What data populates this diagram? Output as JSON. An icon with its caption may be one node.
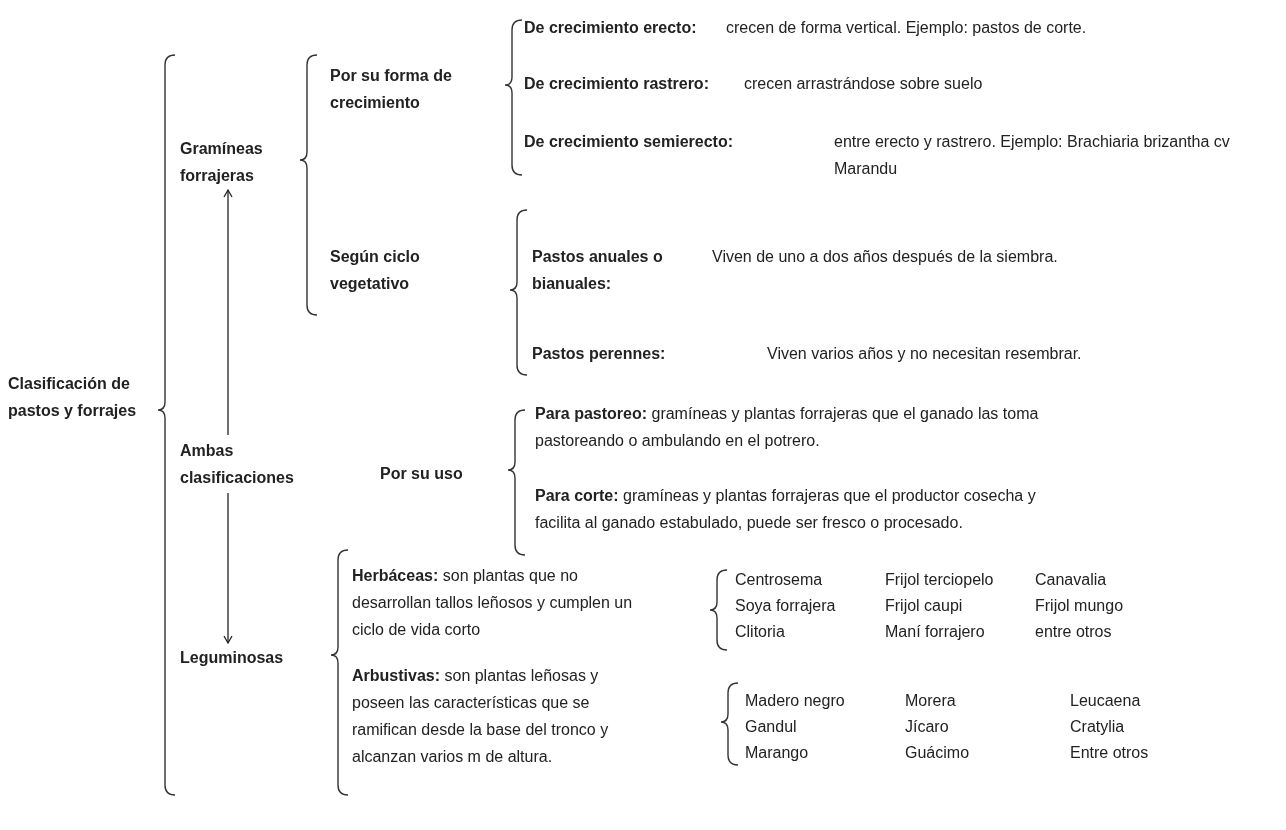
{
  "diagram": {
    "nodes": [
      {
        "text": [
          "Clasificación de pastos y forrajes"
        ]
      },
      {
        "text": [
          "Gramíneas forrajeras"
        ]
      },
      {
        "text": [
          "Por su forma de crecimiento"
        ]
      },
      {
        "text": [
          "De crecimiento erecto:",
          "crecen de forma vertical. Ejemplo: pastos de corte."
        ]
      },
      {
        "text": [
          "De crecimiento rastrero:",
          "crecen arrastrándose sobre suelo"
        ]
      },
      {
        "text": [
          "De crecimiento semierecto:",
          "entre erecto y rastrero. Ejemplo: Brachiaria brizantha cv Marandu"
        ]
      },
      {
        "text": [
          "Según ciclo vegetativo"
        ]
      },
      {
        "text": [
          "Pastos anuales o bianuales:",
          "Viven de uno a dos años después de la siembra."
        ]
      },
      {
        "text": [
          "Pastos perennes:",
          "Viven varios años y no necesitan resembrar."
        ]
      },
      {
        "text": [
          "Ambas clasificaciones"
        ]
      },
      {
        "text": [
          "Por su uso"
        ]
      },
      {
        "text": [
          "**Para pastoreo:** gramíneas y plantas forrajeras que el ganado las toma pastoreando o ambulando en el potrero."
        ]
      },
      {
        "text": [
          "**Para corte:** gramíneas y plantas forrajeras que el productor cosecha y facilita al ganado estabulado, puede ser fresco o procesado."
        ]
      },
      {
        "text": [
          "Leguminosas"
        ]
      },
      {
        "text": [
          "**Herbáceas:** son plantas que no desarrollan tallos leñosos y cumplen un ciclo de vida corto"
        ]
      },
      {
        "text": [
          "**Arbustivas:** son plantas leñosas y poseen las características que se ramifican desde la base del tronco y alcanzan varios m de altura."
        ]
      }
    ],
    "edges": [
      {
        "from": 9,
        "to": 1,
        "arrow": "to"
      },
      {
        "from": 9,
        "to": 13,
        "arrow": "to"
      }
    ],
    "labels": [
      "Centrosema",
      "Frijol terciopelo",
      "Canavalia",
      "Soya forrajera",
      "Frijol caupi",
      "Frijol mungo",
      "Clitoria",
      "Maní forrajero",
      "entre otros",
      "Madero negro",
      "Morera",
      "Leucaena",
      "Gandul",
      "Jícaro",
      "Cratylia",
      "Marango",
      "Guácimo",
      "Entre otros"
    ]
  }
}
